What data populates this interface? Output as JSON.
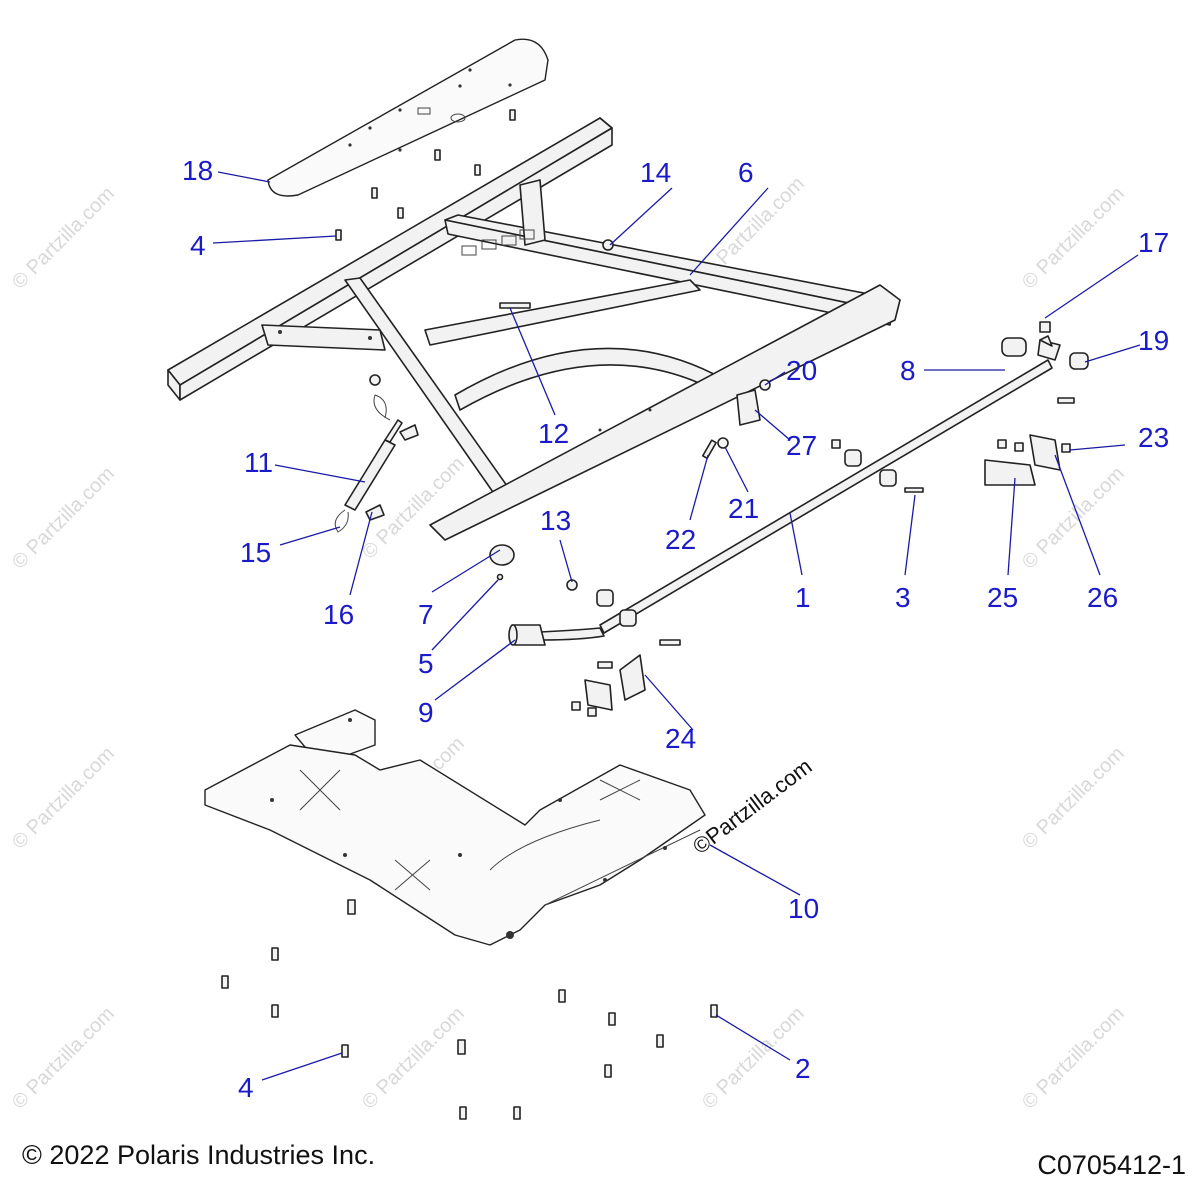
{
  "watermark": "© Partzilla.com",
  "watermark_center": "©Partzilla.com",
  "footer": {
    "copyright": "© 2022 Polaris Industries Inc.",
    "drawing_code": "C0705412-1"
  },
  "callouts": [
    "1",
    "2",
    "3",
    "4",
    "4",
    "5",
    "6",
    "7",
    "8",
    "9",
    "10",
    "11",
    "12",
    "13",
    "14",
    "15",
    "16",
    "17",
    "18",
    "19",
    "20",
    "21",
    "22",
    "23",
    "24",
    "25",
    "26",
    "27"
  ]
}
